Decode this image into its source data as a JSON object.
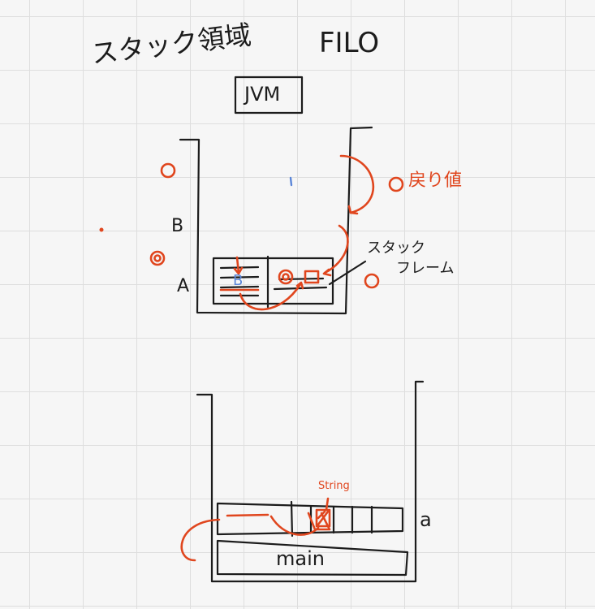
{
  "notes": {
    "title_left": "スタック領域",
    "title_right": "FILO",
    "box_label": "JVM",
    "label_b": "B",
    "label_a": "A",
    "return_value": "戻り値",
    "stack_frame_line1": "スタック",
    "stack_frame_line2": "フレーム",
    "frame_b": "B",
    "string_label": "String",
    "main_label": "main",
    "label_a_lower": "a"
  },
  "colors": {
    "ink": "#1c1c1c",
    "red": "#e0461e",
    "blue": "#5b86d8",
    "grid": "#dedede",
    "background": "#f6f6f6"
  }
}
